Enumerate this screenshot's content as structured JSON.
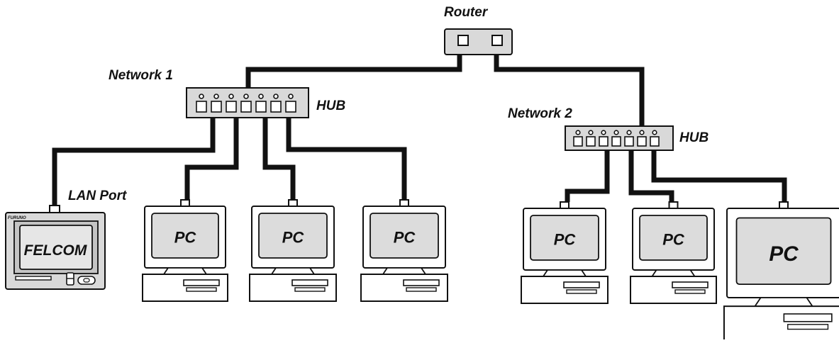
{
  "diagram": {
    "router_label": "Router",
    "network1_label": "Network 1",
    "network2_label": "Network 2",
    "hub1_label": "HUB",
    "hub2_label": "HUB",
    "lan_port_label": "LAN Port",
    "felcom_label": "FELCOM",
    "felcom_brand": "FURUNO",
    "pcs": [
      {
        "label": "PC"
      },
      {
        "label": "PC"
      },
      {
        "label": "PC"
      },
      {
        "label": "PC"
      },
      {
        "label": "PC"
      },
      {
        "label": "PC"
      }
    ]
  }
}
